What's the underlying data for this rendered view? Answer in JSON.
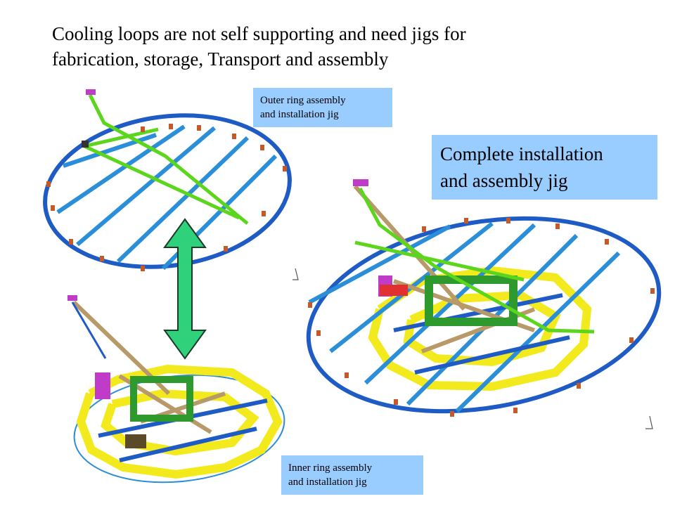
{
  "slide": {
    "title_line1": "Cooling loops are not self supporting and need jigs for",
    "title_line2": "fabrication, storage, Transport and assembly"
  },
  "labels": {
    "outer_line1": "Outer ring assembly",
    "outer_line2": "and installation jig",
    "complete_line1": "Complete installation",
    "complete_line2": "and assembly jig",
    "inner_line1": "Inner ring assembly",
    "inner_line2": "and installation jig"
  },
  "colors": {
    "ring_blue": "#1f5bc4",
    "beam_blue": "#2a8fd8",
    "cooling_green": "#5cd61c",
    "frame_yellow": "#f2ea1c",
    "frame_green": "#2e9a2e",
    "tan": "#b89a6a",
    "magenta": "#c03cc8",
    "red": "#e03030",
    "arrow_green": "#2fd17a",
    "label_bg": "#99ccff"
  }
}
